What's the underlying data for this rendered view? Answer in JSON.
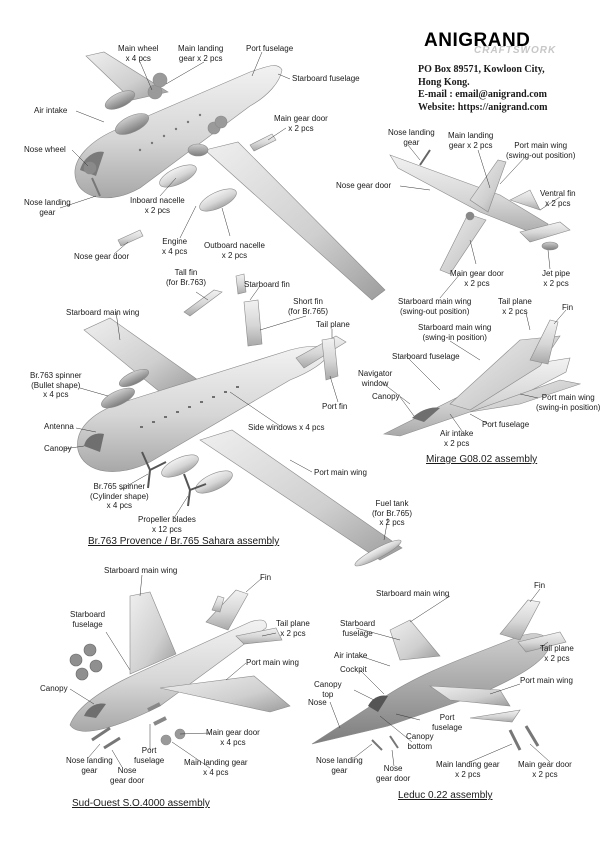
{
  "brand": {
    "name": "ANIGRAND",
    "subtitle": "CRAFTSWORK"
  },
  "address": {
    "line1": "PO Box 89571, Kowloon City,",
    "line2": "Hong Kong.",
    "email": "E-mail : email@anigrand.com",
    "website": "Website: https://anigrand.com"
  },
  "titles": {
    "br763": "Br.763 Provence / Br.765 Sahara assembly",
    "mirage": "Mirage G08.02 assembly",
    "so4000": "Sud-Ouest S.O.4000 assembly",
    "leduc": "Leduc 0.22 assembly"
  },
  "callouts": {
    "main_wheel": "Main wheel\nx 4 pcs",
    "main_landing_gear_top": "Main landing\ngear x 2 pcs",
    "port_fuselage_top": "Port fuselage",
    "starboard_fuselage_top": "Starboard fuselage",
    "air_intake_top": "Air intake",
    "main_gear_door_top": "Main gear door\nx 2 pcs",
    "nose_wheel": "Nose wheel",
    "nose_landing_gear_top": "Nose landing\ngear",
    "inboard_nacelle": "Inboard nacelle\nx 2 pcs",
    "engine": "Engine\nx 4 pcs",
    "outboard_nacelle": "Outboard nacelle\nx 2 pcs",
    "nose_gear_door_top": "Nose gear door",
    "tall_fin": "Tall fin\n(for Br.763)",
    "starboard_fin": "Starboard fin",
    "short_fin": "Short fin\n(for Br.765)",
    "starboard_main_wing_br": "Starboard main wing",
    "tail_plane_br": "Tail plane",
    "spinner_763": "Br.763 spinner\n(Bullet shape)\nx 4 pcs",
    "port_fin": "Port fin",
    "antenna": "Antenna",
    "canopy_br": "Canopy",
    "side_windows": "Side windows x 4 pcs",
    "port_main_wing_br": "Port main wing",
    "spinner_765": "Br.765 spinner\n(Cylinder shape)\nx 4 pcs",
    "propeller_blades": "Propeller blades\nx 12 pcs",
    "fuel_tank": "Fuel tank\n(for Br.765)\nx 2 pcs",
    "m_nose_landing_gear": "Nose landing\ngear",
    "m_main_landing_gear": "Main landing\ngear x 2 pcs",
    "m_port_main_wing_out": "Port main wing\n(swing-out position)",
    "m_nose_gear_door": "Nose gear door",
    "m_ventral_fin": "Ventral fin\nx 2 pcs",
    "m_main_gear_door": "Main gear door\nx 2 pcs",
    "m_jet_pipe": "Jet pipe\nx 2 pcs",
    "m_starboard_wing_out": "Starboard main wing\n(swing-out position)",
    "m_tail_plane": "Tail plane\nx 2 pcs",
    "m_fin": "Fin",
    "m_starboard_wing_in": "Starboard main wing\n(swing-in position)",
    "m_starboard_fuselage": "Starboard fuselage",
    "m_navigator_window": "Navigator\nwindow",
    "m_canopy": "Canopy",
    "m_port_main_wing_in": "Port main wing\n(swing-in position)",
    "m_port_fuselage": "Port fuselage",
    "m_air_intake": "Air intake\nx 2 pcs",
    "s_starboard_main_wing": "Starboard main wing",
    "s_fin": "Fin",
    "s_starboard_fuselage": "Starboard\nfuselage",
    "s_tail_plane": "Tail plane\nx 2 pcs",
    "s_port_main_wing": "Port main wing",
    "s_canopy": "Canopy",
    "s_main_gear_door": "Main gear door\nx 4 pcs",
    "s_port_fuselage": "Port\nfuselage",
    "s_nose_landing_gear": "Nose landing\ngear",
    "s_nose_gear_door": "Nose\ngear door",
    "s_main_landing_gear": "Main landing gear\nx 4 pcs",
    "l_fin": "Fin",
    "l_starboard_main_wing": "Starboard main wing",
    "l_starboard_fuselage": "Starboard\nfuselage",
    "l_tail_plane": "Tail plane\nx 2 pcs",
    "l_air_intake": "Air intake",
    "l_cockpit": "Cockpit",
    "l_port_main_wing": "Port main wing",
    "l_canopy_top": "Canopy\ntop",
    "l_nose": "Nose",
    "l_port_fuselage": "Port\nfuselage",
    "l_canopy_bottom": "Canopy\nbottom",
    "l_nose_landing_gear": "Nose landing\ngear",
    "l_nose_gear_door": "Nose\ngear door",
    "l_main_landing_gear": "Main landing gear\nx 2 pcs",
    "l_main_gear_door": "Main gear door\nx 2 pcs"
  }
}
